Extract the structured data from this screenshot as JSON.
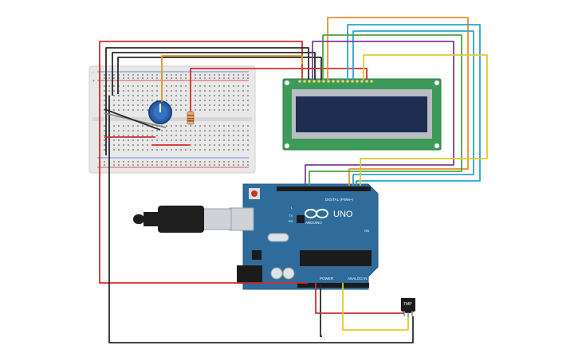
{
  "arduino": {
    "brand": "UNO",
    "maker": "ARDUINO",
    "digital_label": "DIGITAL (PWM~)",
    "analog_label": "ANALOG IN",
    "power_label": "POWER",
    "tx_label": "TX",
    "rx_label": "RX",
    "l_label": "L",
    "on_label": "ON"
  },
  "sensor": {
    "label": "TMP"
  },
  "colors": {
    "board": "#2f6c9c",
    "breadboard": "#e8e8e8",
    "lcd_pcb": "#3d9a58",
    "lcd_screen": "#1f2d52",
    "wire_red": "#d22c2c",
    "wire_black": "#2a2a2a",
    "wire_orange": "#e8912c",
    "wire_blue": "#2aa3cf",
    "wire_green": "#47a447",
    "wire_purple": "#7a3f9a",
    "wire_yellow": "#e2c928",
    "wire_gray": "#888888"
  }
}
